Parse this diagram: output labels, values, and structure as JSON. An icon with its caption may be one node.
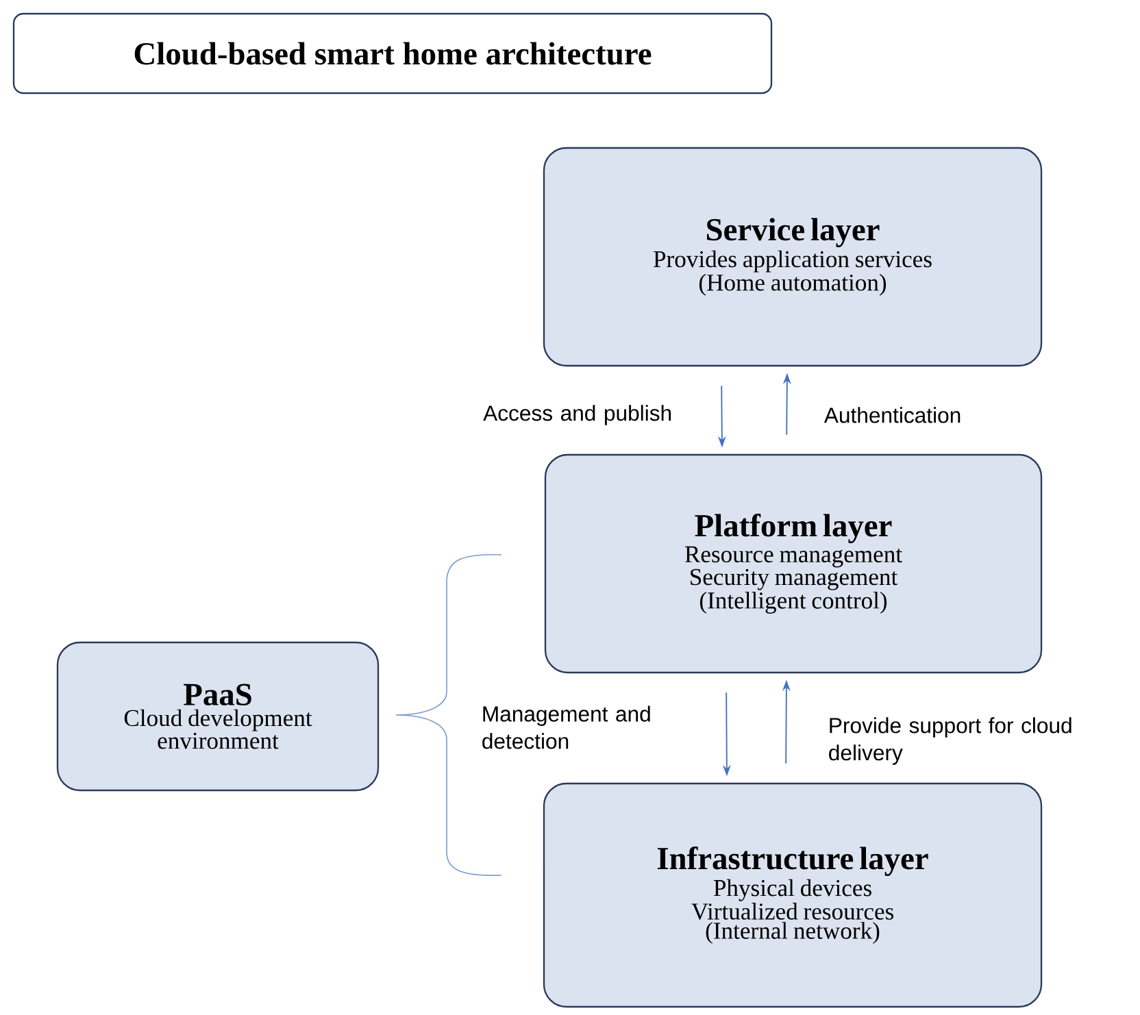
{
  "diagram": {
    "title": "Cloud-based smart home architecture",
    "nodes": [
      {
        "text": [
          "Service layer",
          "Provides application services",
          "(Home automation)"
        ]
      },
      {
        "text": [
          "Platform layer",
          "Resource management",
          "Security management",
          "(Intelligent control)"
        ]
      },
      {
        "text": [
          "Infrastructure layer",
          "Physical devices",
          "Virtualized resources",
          "(Internal network)"
        ]
      },
      {
        "text": [
          "PaaS",
          "Cloud development environment"
        ]
      }
    ],
    "edges": [
      {
        "from": 0,
        "to": 1,
        "arrow": "to",
        "label": "Access and publish"
      },
      {
        "from": 1,
        "to": 0,
        "arrow": "to",
        "label": "Authentication"
      },
      {
        "from": 1,
        "to": 2,
        "arrow": "to",
        "label": "Management and detection"
      },
      {
        "from": 2,
        "to": 1,
        "arrow": "to",
        "label": "Provide support for cloud delivery"
      }
    ]
  }
}
